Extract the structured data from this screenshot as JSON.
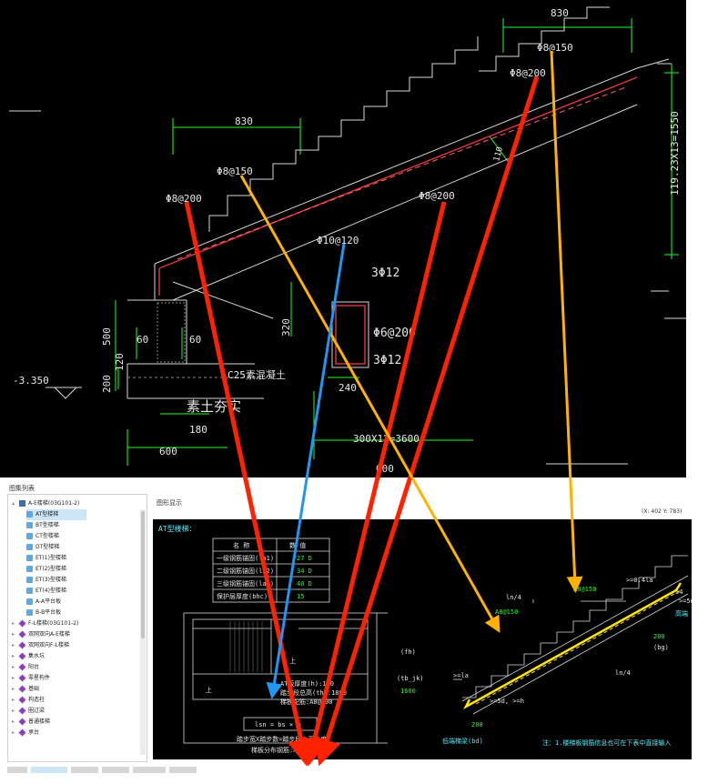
{
  "cad": {
    "dims": {
      "top_830": "830",
      "left_830": "830",
      "d500": "500",
      "d60a": "60",
      "d60b": "60",
      "d120": "120",
      "d200": "200",
      "d180": "180",
      "d600": "600",
      "d600b": "600",
      "d320": "320",
      "d240": "240",
      "d110": "110",
      "elev": "-3.350",
      "vertical": "119.23X13=1550",
      "bottom_span": "300X12=3600"
    },
    "rebar": {
      "r1": "Φ8@150",
      "r2": "Φ8@200",
      "r3": "Φ8@150",
      "r4": "Φ8@200",
      "r5": "Φ8@200",
      "r6": "Φ10@120",
      "r7": "3Φ12",
      "r8": "Φ6@200",
      "r9": "3Φ12"
    },
    "notes": {
      "concrete": "C25素混凝土",
      "fill": "素土夯实"
    }
  },
  "tree": {
    "title": "图集列表",
    "items": [
      {
        "label": "A-E楼梯(03G101-2)",
        "level": 0,
        "icon": "book-icon",
        "caret": "▴"
      },
      {
        "label": "AT型楼梯",
        "level": 1,
        "icon": "doc-icon",
        "selected": true
      },
      {
        "label": "BT型楼梯",
        "level": 1,
        "icon": "doc-icon"
      },
      {
        "label": "CT型楼梯",
        "level": 1,
        "icon": "doc-icon"
      },
      {
        "label": "DT型楼梯",
        "level": 1,
        "icon": "doc-icon"
      },
      {
        "label": "ET(1)型楼梯",
        "level": 1,
        "icon": "doc-icon"
      },
      {
        "label": "ET(2)型楼梯",
        "level": 1,
        "icon": "doc-icon"
      },
      {
        "label": "ET(3)型楼梯",
        "level": 1,
        "icon": "doc-icon"
      },
      {
        "label": "ET(4)型楼梯",
        "level": 1,
        "icon": "doc-icon"
      },
      {
        "label": "A-A平台板",
        "level": 1,
        "icon": "doc-icon"
      },
      {
        "label": "B-B平台板",
        "level": 1,
        "icon": "doc-icon"
      },
      {
        "label": "F-L楼梯(03G101-2)",
        "level": 0,
        "icon": "gem-icon",
        "caret": "▸"
      },
      {
        "label": "双网双向A-E楼梯",
        "level": 0,
        "icon": "gem-icon",
        "caret": "▸"
      },
      {
        "label": "双网双向F-L楼梯",
        "level": 0,
        "icon": "gem-icon",
        "caret": "▸"
      },
      {
        "label": "集水坑",
        "level": 0,
        "icon": "gem-icon",
        "caret": "▸"
      },
      {
        "label": "阳台",
        "level": 0,
        "icon": "gem-icon",
        "caret": "▸"
      },
      {
        "label": "零星构件",
        "level": 0,
        "icon": "gem-icon",
        "caret": "▸"
      },
      {
        "label": "基础",
        "level": 0,
        "icon": "gem-icon",
        "caret": "▸"
      },
      {
        "label": "构造柱",
        "level": 0,
        "icon": "gem-icon",
        "caret": "▸"
      },
      {
        "label": "圈过梁",
        "level": 0,
        "icon": "gem-icon",
        "caret": "▸"
      },
      {
        "label": "普通楼梯",
        "level": 0,
        "icon": "gem-icon",
        "caret": "▸"
      },
      {
        "label": "承台",
        "level": 0,
        "icon": "gem-icon",
        "caret": "▸"
      }
    ]
  },
  "preview": {
    "title": "图形显示",
    "coord": "(X: 402 Y: 783)",
    "header": "AT型楼梯：",
    "table": {
      "headers": [
        "名  称",
        "数  值"
      ],
      "rows": [
        [
          "一级钢筋锚固(la1)",
          "27 D"
        ],
        [
          "二级钢筋锚固(la2)",
          "34 D"
        ],
        [
          "三级钢筋锚固(la3)",
          "40 D"
        ],
        [
          "保护层厚度(bhc)",
          "15"
        ]
      ]
    },
    "plan": {
      "up": "上",
      "up2": "上",
      "fh": "(fh)",
      "tbjk": "(tb_jk)",
      "v1600": "1600",
      "thick": "AT板厚度(h):120",
      "step": "踏步段总高(th):1800",
      "main": "梯板配筋:A8@200",
      "formula": "lsn = bs × m",
      "steps_text": "踏步宽X踏步数=踏步段水平长度",
      "dist": "梯板分布钢筋:A8@200"
    },
    "section": {
      "ln4a": "ln/4",
      "ln4b": "ln/4",
      "bar_top": "A8@150",
      "bar_left": "A8@150",
      "d200a": "200",
      "d200b": "200",
      "bg": "(bg)",
      "ge_la": ">=0.4la",
      "ge_5d": ">=5d",
      "gt_la": ">=la",
      "ge_5dh": ">=5d, >=h",
      "gaoduan": "高端",
      "low": "低端梯梁(bd)",
      "d54": "54"
    },
    "note": "注：1.楼梯板钢筋信息也可在下表中直接输入"
  },
  "colors": {
    "red_arrow": "#ff2200",
    "orange_arrow": "#ffb300",
    "blue_arrow": "#2196f3",
    "cad_green": "#22ff22",
    "cad_cyan": "#4ff0ff"
  }
}
